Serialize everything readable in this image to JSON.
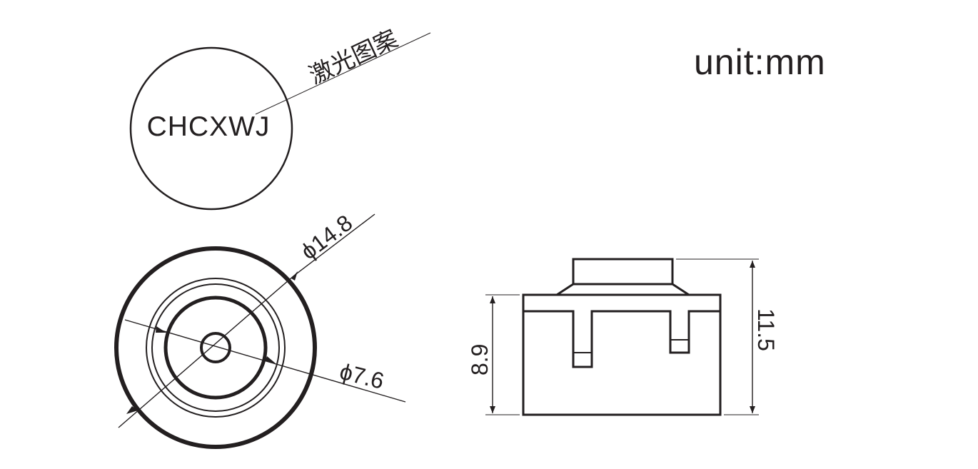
{
  "unit_label": "unit:mm",
  "top_view": {
    "marking_text": "CHCXWJ",
    "callout_label": "激光图案"
  },
  "bottom_view": {
    "outer_diameter_label": "ϕ14.8",
    "inner_diameter_label": "ϕ7.6"
  },
  "side_view": {
    "body_height_label": "8.9",
    "total_height_label": "11.5"
  },
  "colors": {
    "line": "#231f20",
    "background": "#ffffff"
  }
}
